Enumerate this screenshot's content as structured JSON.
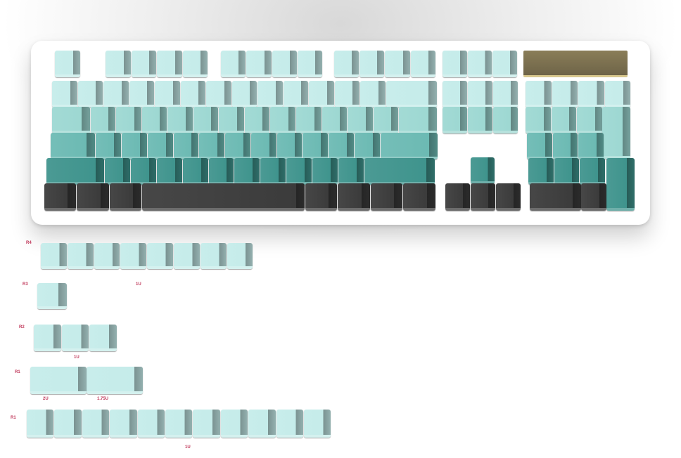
{
  "colors": {
    "row_light": "#c5ecea",
    "row_tab": "#9dd8d2",
    "row_caps": "#6cbab3",
    "row_shift": "#3f948d",
    "row_dark": "#3b3b3b",
    "accent_bar": "#7a6e4f",
    "label": "#c0385a"
  },
  "kit_labels": {
    "r4": "R4",
    "r4_size": "1U",
    "r3": "R3",
    "r2": "R2",
    "r2_size": "1U",
    "r1a": "R1",
    "r1a_size_a": "2U",
    "r1a_size_b": "1.75U",
    "r1b": "R1",
    "r1b_size": "1U"
  }
}
